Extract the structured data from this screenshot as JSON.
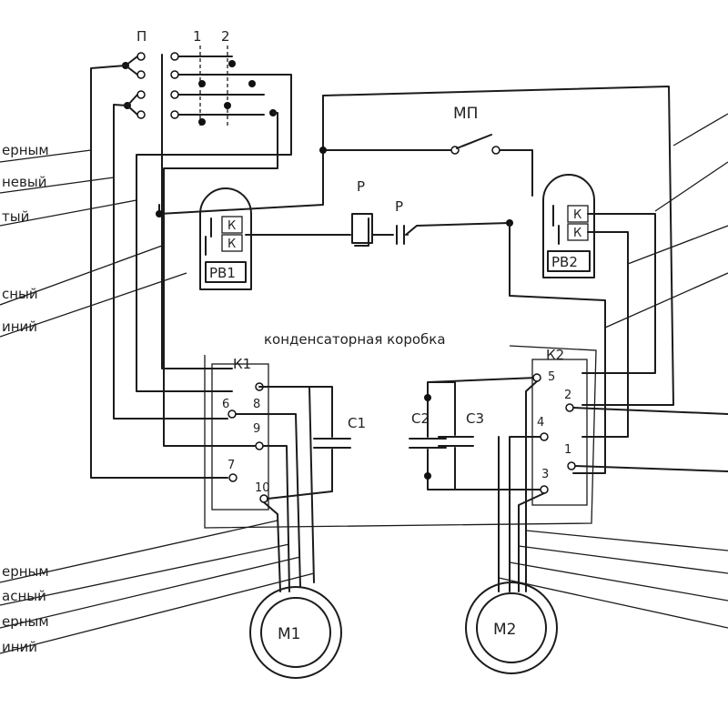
{
  "switch_p": {
    "label": "П",
    "pos1": "1",
    "pos2": "2"
  },
  "mp_label": "МП",
  "relay_r": {
    "label_left": "Р",
    "label_right": "Р"
  },
  "rv1": {
    "label": "РВ1",
    "k1": "К",
    "k2": "К"
  },
  "rv2": {
    "label": "РВ2",
    "k1": "К",
    "k2": "К"
  },
  "capacitor_box_label": "конденсаторная коробка",
  "k1_block": {
    "label": "К1",
    "t6": "6",
    "t7": "7",
    "t8": "8",
    "t9": "9",
    "t10": "10"
  },
  "k2_block": {
    "label": "К2",
    "t1": "1",
    "t2": "2",
    "t3": "3",
    "t4": "4",
    "t5": "5"
  },
  "capacitors": {
    "c1": "С1",
    "c2": "С2",
    "c3": "С3"
  },
  "motors": {
    "m1": "М1",
    "m2": "М2"
  },
  "left_wire_labels": [
    "ерным",
    "невый",
    "тый",
    "сный",
    "иний"
  ],
  "bottom_left_wire_labels": [
    "ерным",
    "асный",
    "ерным",
    "иний"
  ]
}
